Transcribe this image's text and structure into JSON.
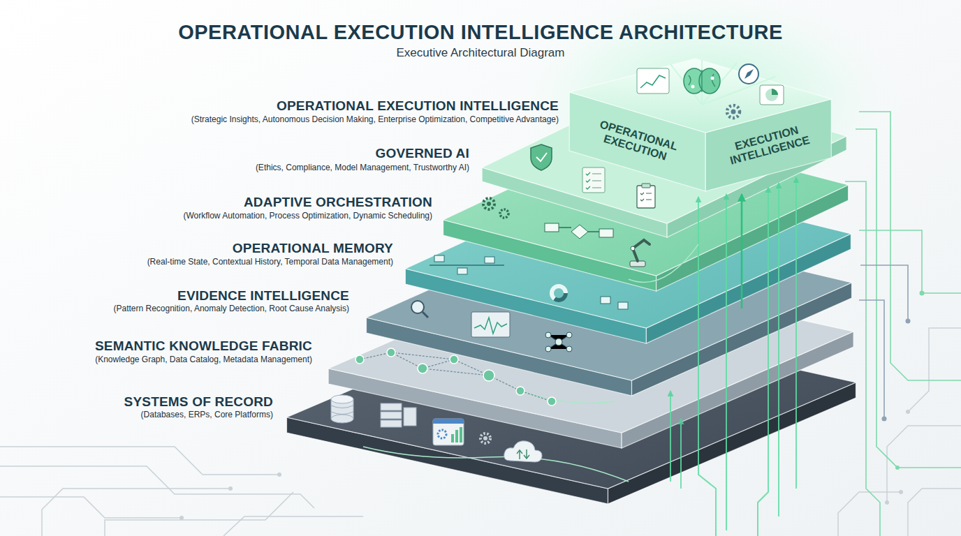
{
  "diagram": {
    "title": "OPERATIONAL EXECUTION INTELLIGENCE ARCHITECTURE",
    "caption": "Executive Architectural Diagram",
    "nodes": [
      {
        "text": [
          "OPERATIONAL EXECUTION INTELLIGENCE",
          "(Strategic Insights, Autonomous Decision Making, Enterprise Optimization, Competitive Advantage)",
          "OPERATIONAL EXECUTION",
          "EXECUTION INTELLIGENCE"
        ]
      },
      {
        "text": [
          "GOVERNED AI",
          "(Ethics, Compliance, Model Management, Trustworthy AI)"
        ]
      },
      {
        "text": [
          "ADAPTIVE ORCHESTRATION",
          "(Workflow Automation, Process Optimization, Dynamic Scheduling)"
        ]
      },
      {
        "text": [
          "OPERATIONAL MEMORY",
          "(Real-time State, Contextual History, Temporal Data Management)"
        ]
      },
      {
        "text": [
          "EVIDENCE INTELLIGENCE",
          "(Pattern Recognition, Anomaly Detection, Root Cause Analysis)"
        ]
      },
      {
        "text": [
          "SEMANTIC KNOWLEDGE FABRIC",
          "(Knowledge Graph, Data Catalog, Metadata Management)"
        ]
      },
      {
        "text": [
          "SYSTEMS OF RECORD",
          "(Databases, ERPs, Core Platforms)"
        ]
      }
    ],
    "edges": [
      {
        "from": 6,
        "to": 0,
        "arrow": "to"
      }
    ]
  }
}
